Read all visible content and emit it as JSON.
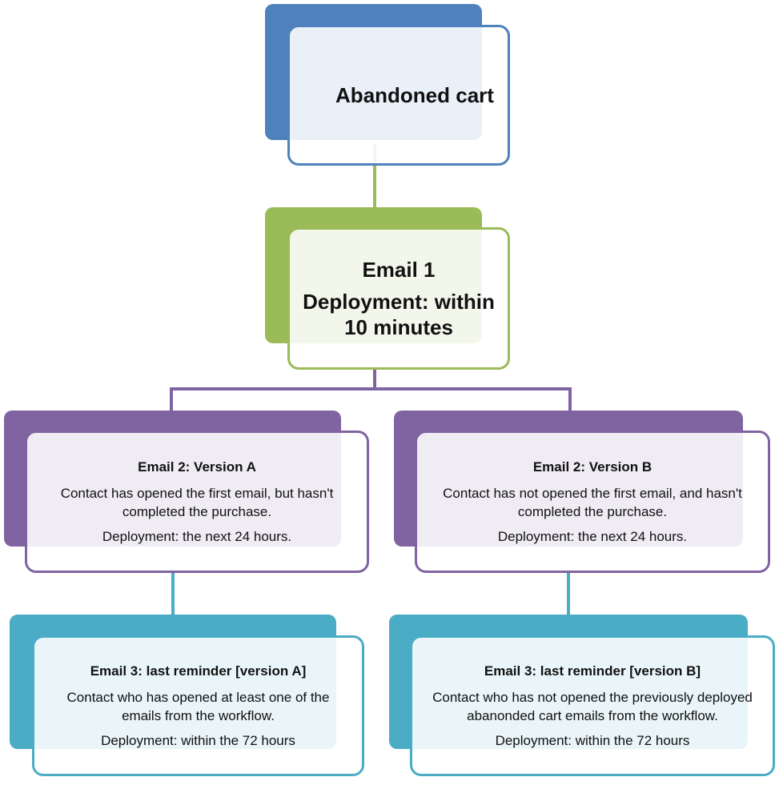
{
  "colors": {
    "blue": "#4f81bd",
    "green": "#9bbb59",
    "purple": "#8064a2",
    "teal": "#4bacc6"
  },
  "nodes": {
    "abandoned_cart": {
      "title": "Abandoned cart"
    },
    "email1": {
      "title": "Email 1",
      "deployment": "Deployment: within 10 minutes"
    },
    "email2a": {
      "title": "Email 2: Version A",
      "condition": "Contact has opened the first email, but hasn't completed the purchase.",
      "deployment": "Deployment: the next 24 hours."
    },
    "email2b": {
      "title": "Email 2: Version B",
      "condition": "Contact has not opened the first email, and hasn't completed the purchase.",
      "deployment": "Deployment: the next 24 hours."
    },
    "email3a": {
      "title": "Email 3: last reminder [version A]",
      "condition": "Contact who has opened at least one of the emails from the workflow.",
      "deployment": "Deployment: within the 72 hours"
    },
    "email3b": {
      "title": "Email 3: last reminder [version B]",
      "condition": "Contact who has not opened the previously deployed abanonded cart emails from the workflow.",
      "deployment": "Deployment: within the 72 hours"
    }
  }
}
